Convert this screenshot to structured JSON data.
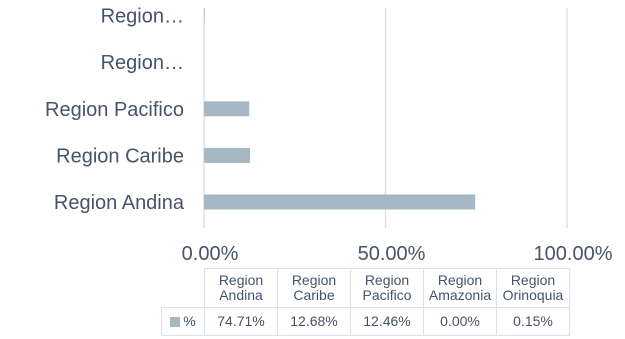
{
  "chart_data": {
    "type": "bar",
    "orientation": "horizontal",
    "categories": [
      "Region Andina",
      "Region Caribe",
      "Region Pacifico",
      "Region Amazonia",
      "Region Orinoquia"
    ],
    "axis_category_labels": [
      "Region Andina",
      "Region Caribe",
      "Region Pacifico",
      "Region…",
      "Region…"
    ],
    "table_headers": [
      [
        "Region",
        "Andina"
      ],
      [
        "Region",
        "Caribe"
      ],
      [
        "Region",
        "Pacifico"
      ],
      [
        "Region",
        "Amazonia"
      ],
      [
        "Region",
        "Orinoquia"
      ]
    ],
    "series": [
      {
        "name": "%",
        "values": [
          74.71,
          12.68,
          12.46,
          0.0,
          0.15
        ],
        "labels": [
          "74.71%",
          "12.68%",
          "12.46%",
          "0.00%",
          "0.15%"
        ]
      }
    ],
    "xlim": [
      0,
      100
    ],
    "ticks": [
      0,
      50,
      100
    ],
    "tick_labels": [
      "0.00%",
      "50.00%",
      "100.00%"
    ],
    "grid": true,
    "legend": "data-table",
    "bar_color": "#a6b8c4",
    "grid_color": "#d9e2ec",
    "text_color": "#44546a"
  }
}
